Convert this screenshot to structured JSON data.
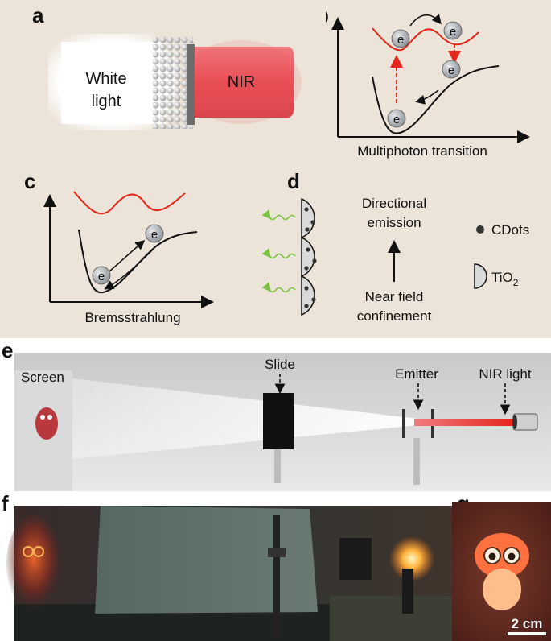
{
  "panels": {
    "a": {
      "letter": "a",
      "white_light_line1": "White",
      "white_light_line2": "light",
      "nir_label": "NIR"
    },
    "b": {
      "letter": "b",
      "electron_symbol": "e",
      "caption": "Multiphoton transition"
    },
    "c": {
      "letter": "c",
      "electron_symbol": "e",
      "caption": "Bremsstrahlung"
    },
    "d": {
      "letter": "d",
      "directional_line1": "Directional",
      "directional_line2": "emission",
      "nearfield_line1": "Near field",
      "nearfield_line2": "confinement",
      "legend_cdots": "CDots",
      "legend_tio2_base": "TiO",
      "legend_tio2_sub": "2"
    },
    "e": {
      "letter": "e",
      "screen_label": "Screen",
      "slide_label": "Slide",
      "emitter_label": "Emitter",
      "nir_light_label": "NIR light"
    },
    "f": {
      "letter": "f"
    },
    "g": {
      "letter": "g",
      "scale_bar_label": "2 cm"
    }
  },
  "colors": {
    "panel_background": "#ece4d8",
    "red_curve": "#e5261b",
    "black_curve": "#111111",
    "nir_red": "#e84f55",
    "green_emission": "#7cc242",
    "electron_gray": "#9aa0a6"
  }
}
